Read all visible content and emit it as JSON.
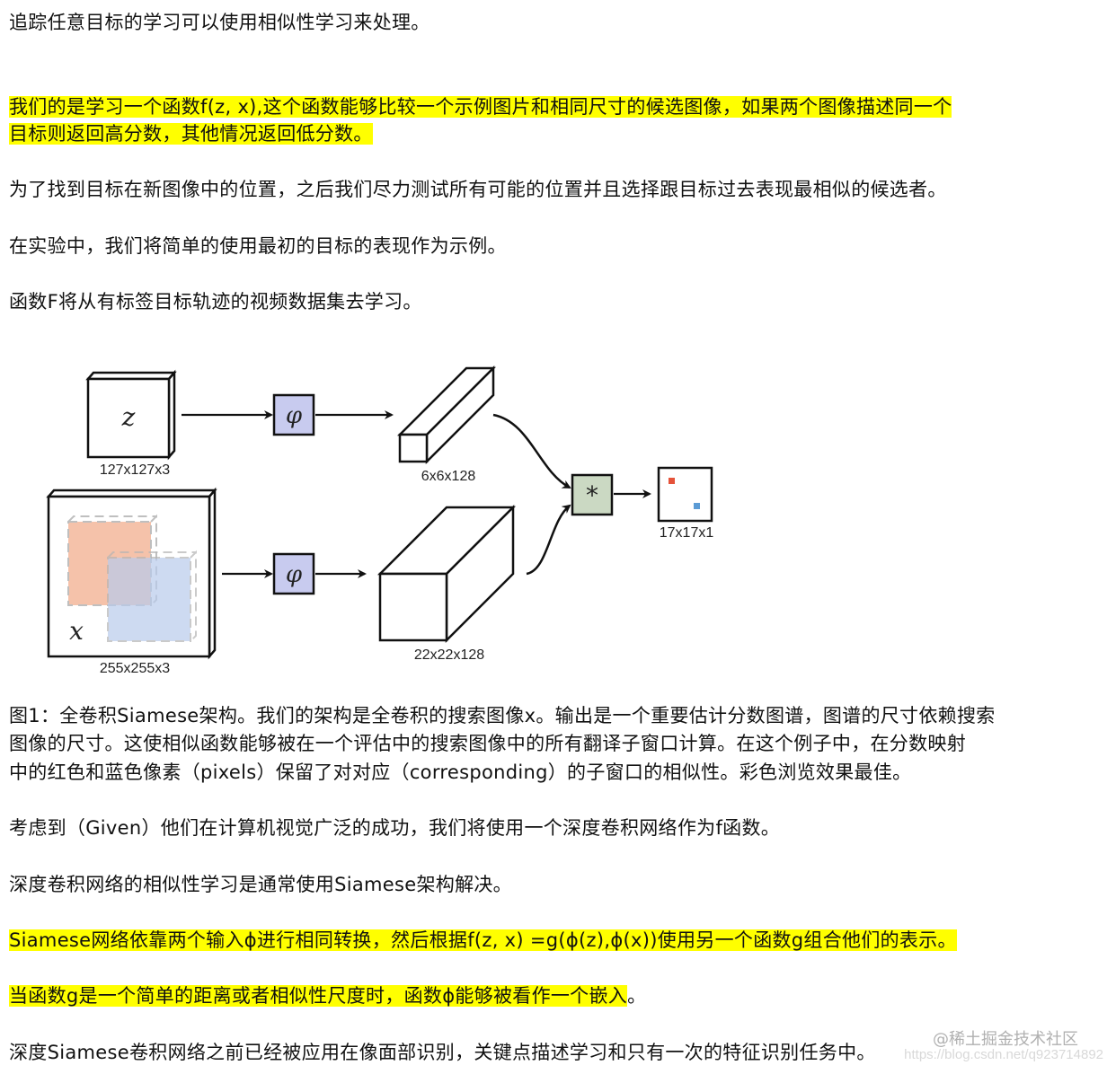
{
  "paragraphs": {
    "p1": "追踪任意目标的学习可以使用相似性学习来处理。",
    "p2_line1": "我们的是学习一个函数f(z, x),这个函数能够比较一个示例图片和相同尺寸的候选图像，如果两个图像描述同一个",
    "p2_line2": "目标则返回高分数，其他情况返回低分数。",
    "p3": "为了找到目标在新图像中的位置，之后我们尽力测试所有可能的位置并且选择跟目标过去表现最相似的候选者。",
    "p4": "在实验中，我们将简单的使用最初的目标的表现作为示例。",
    "p5": "函数F将从有标签目标轨迹的视频数据集去学习。",
    "caption_line1": "图1：全卷积Siamese架构。我们的架构是全卷积的搜索图像x。输出是一个重要估计分数图谱，图谱的尺寸依赖搜索",
    "caption_line2": "图像的尺寸。这使相似函数能够被在一个评估中的搜索图像中的所有翻译子窗口计算。在这个例子中，在分数映射",
    "caption_line3": "中的红色和蓝色像素（pixels）保留了对对应（corresponding）的子窗口的相似性。彩色浏览效果最佳。",
    "p6": "考虑到（Given）他们在计算机视觉广泛的成功，我们将使用一个深度卷积网络作为f函数。",
    "p7": "深度卷积网络的相似性学习是通常使用Siamese架构解决。",
    "p8": "Siamese网络依靠两个输入ϕ进行相同转换，然后根据f(z, x) =g(ϕ(z),ϕ(x))使用另一个函数g组合他们的表示。",
    "p9_highlighted": "当函数g是一个简单的距离或者相似性尺度时，函数ϕ能够被看作一个嵌入",
    "p9_tail": "。",
    "p10": "深度Siamese卷积网络之前已经被应用在像面部识别，关键点描述学习和只有一次的特征识别任务中。"
  },
  "figure": {
    "exemplar_var": "z",
    "exemplar_size": "127x127x3",
    "search_var": "x",
    "search_size": "255x255x3",
    "embed_symbol": "φ",
    "exemplar_feature_size": "6x6x128",
    "search_feature_size": "22x22x128",
    "correlation_symbol": "*",
    "score_map_size": "17x17x1",
    "colors": {
      "phi_box": "#c8cbef",
      "corr_box": "#cbd9c3",
      "red_window": "#f4b89c",
      "blue_window": "#b9cbec",
      "red_pixel": "#e5533a",
      "blue_pixel": "#5b9bd5"
    }
  },
  "watermark": {
    "brand": "@稀土掘金技术社区",
    "url": "https://blog.csdn.net/q923714892"
  },
  "highlight_color": "#ffff00"
}
